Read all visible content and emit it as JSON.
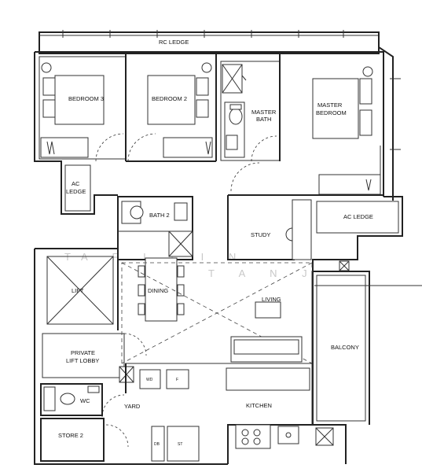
{
  "labels": {
    "rc_ledge": "RC LEDGE",
    "bedroom3": "BEDROOM 3",
    "bedroom2": "BEDROOM 2",
    "master_bath_1": "MASTER",
    "master_bath_2": "BATH",
    "master_bedroom_1": "MASTER",
    "master_bedroom_2": "BEDROOM",
    "ac_ledge_left_1": "AC",
    "ac_ledge_left_2": "LEDGE",
    "bath2": "BATH 2",
    "study": "STUDY",
    "ac_ledge_right": "AC LEDGE",
    "lift": "LIFT",
    "dining": "DINING",
    "living": "LIVING",
    "private_lift_lobby_1": "PRIVATE",
    "private_lift_lobby_2": "LIFT LOBBY",
    "balcony": "BALCONY",
    "wd": "WD",
    "fridge": "F",
    "wc": "WC",
    "yard": "YARD",
    "kitchen": "KITCHEN",
    "store2": "STORE 2",
    "db": "DB",
    "st": "ST"
  },
  "watermark": {
    "line1": "TA  F  I  L  I  N",
    "line2": "T  A  N  J"
  }
}
